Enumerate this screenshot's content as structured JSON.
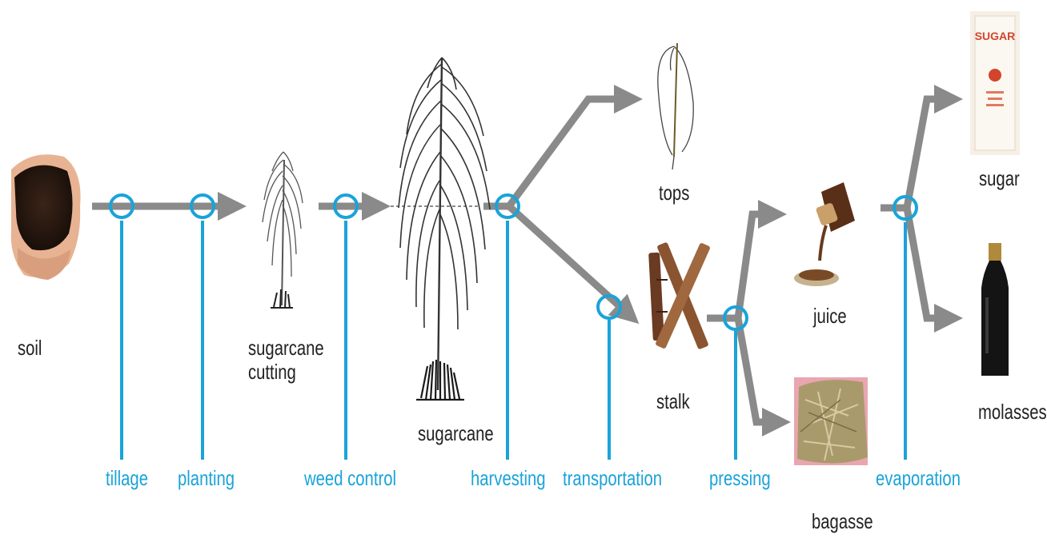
{
  "colors": {
    "arrow": "#8a8a8a",
    "process": "#1aa3d9",
    "text": "#222222",
    "background": "#ffffff"
  },
  "products": {
    "soil": "soil",
    "sugarcane_cutting": "sugarcane\ncutting",
    "sugarcane": "sugarcane",
    "tops": "tops",
    "stalk": "stalk",
    "juice": "juice",
    "bagasse": "bagasse",
    "sugar": "sugar",
    "molasses": "molasses"
  },
  "processes": {
    "tillage": "tillage",
    "planting": "planting",
    "weed_control": "weed control",
    "harvesting": "harvesting",
    "transportation": "transportation",
    "pressing": "pressing",
    "evaporation": "evaporation"
  },
  "icons": {
    "soil": "soil-in-hands-icon",
    "sugarcane_cutting": "sugarcane-cutting-icon",
    "sugarcane": "sugarcane-plant-icon",
    "tops": "sugarcane-tops-icon",
    "stalk": "sugarcane-stalk-icon",
    "juice": "juice-pour-icon",
    "bagasse": "bagasse-pile-icon",
    "sugar": "sugar-bag-icon",
    "molasses": "molasses-bottle-icon"
  },
  "sugar_bag_text": "SUGAR"
}
